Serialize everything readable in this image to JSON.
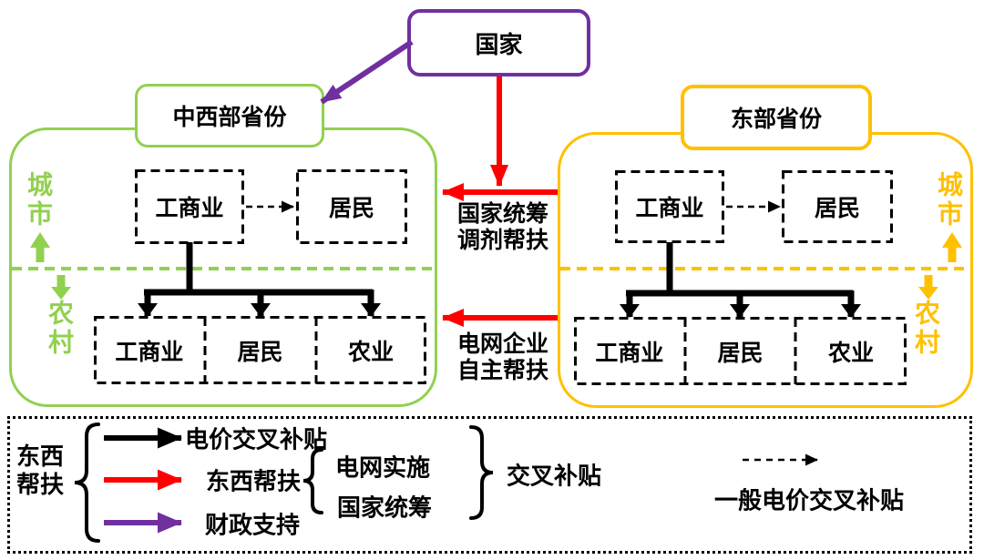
{
  "colors": {
    "green": "#92D050",
    "yellow": "#FFC000",
    "purple": "#7030A0",
    "red": "#FF0000",
    "black": "#000000"
  },
  "nodes": {
    "state": "国家",
    "west_title": "中西部省份",
    "east_title": "东部省份",
    "industry": "工商业",
    "resident": "居民",
    "agriculture": "农业",
    "city": "城市",
    "rural": "农村"
  },
  "flows": {
    "national_support": "国家统筹\n调剂帮扶",
    "grid_support": "电网企业\n自主帮扶"
  },
  "legend": {
    "group": "东西\n帮扶",
    "black_arrow": "电价交叉补贴",
    "red_arrow": "东西帮扶",
    "option1": "电网实施",
    "option2": "国家统筹",
    "result": "交叉补贴",
    "purple_arrow": "财政支持",
    "dashed_arrow": "一般电价交叉补贴"
  }
}
